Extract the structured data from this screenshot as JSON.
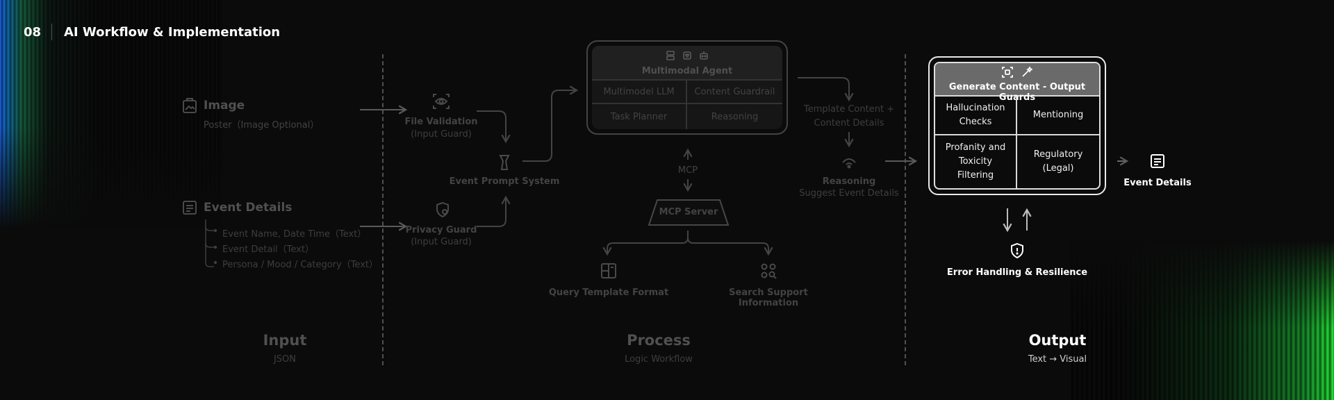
{
  "header": {
    "number": "08",
    "title": "AI Workflow & Implementation"
  },
  "input": {
    "image": {
      "title": "Image",
      "sub": "Poster（Image Optional）"
    },
    "event_details": {
      "title": "Event Details",
      "fields": [
        "Event Name, Date Time（Text）",
        "Event Detail（Text）",
        "Persona / Mood / Category（Text）"
      ]
    },
    "section_title": "Input",
    "section_sub": "JSON"
  },
  "process": {
    "file_validation": {
      "title": "File Validation",
      "sub": "(Input Guard)"
    },
    "privacy_guard": {
      "title": "Privacy Guard",
      "sub": "(Input Guard)"
    },
    "event_prompt": "Event Prompt System",
    "agent": {
      "title": "Multimodal Agent",
      "cells": [
        "Multimodel LLM",
        "Content Guardrail",
        "Task Planner",
        "Reasoning"
      ]
    },
    "mcp_label": "MCP",
    "mcp_server": "MCP Server",
    "query_template": "Query Template Format",
    "search_support": "Search Support Information",
    "template_content": "Template Content +",
    "content_details": "Content Details",
    "reasoning": {
      "title": "Reasoning",
      "sub": "Suggest Event Details"
    },
    "section_title": "Process",
    "section_sub": "Logic Workflow"
  },
  "output": {
    "card": {
      "title": "Generate Content - Output Guards",
      "cells": [
        "Hallucination Checks",
        "Mentioning",
        "Profanity and Toxicity Filtering",
        "Regulatory (Legal)"
      ]
    },
    "event_details": "Event Details",
    "error_handling": "Error Handling & Resilience",
    "section_title": "Output",
    "section_sub": "Text → Visual"
  },
  "icons": [
    "image-icon",
    "list-icon",
    "eye-scan-icon",
    "shield-lock-icon",
    "prompt-icon",
    "server-icon",
    "bot-icon",
    "robot-icon",
    "template-icon",
    "search-grid-icon",
    "reasoning-icon",
    "scan-frame-icon",
    "magic-wand-icon",
    "document-icon",
    "shield-alert-icon"
  ]
}
